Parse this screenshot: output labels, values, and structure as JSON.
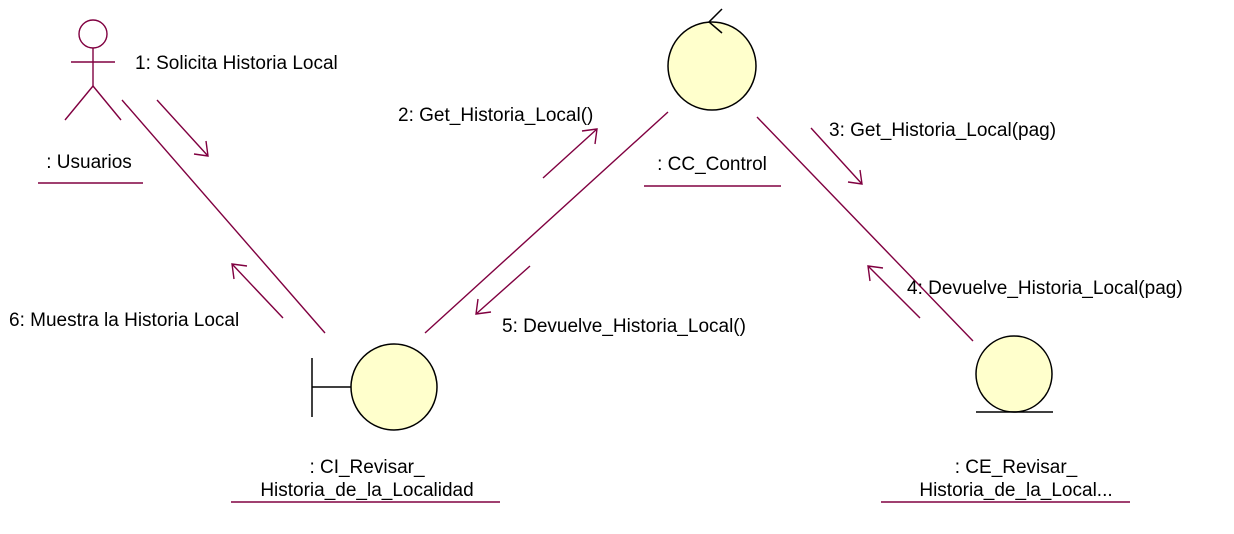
{
  "diagram": {
    "objects": {
      "usuarios": ": Usuarios",
      "cc_control": ": CC_Control",
      "ci_line1": ": CI_Revisar_",
      "ci_line2": "Historia_de_la_Localidad",
      "ce_line1": ": CE_Revisar_",
      "ce_line2": "Historia_de_la_Local..."
    },
    "messages": [
      "1: Solicita Historia Local",
      "2: Get_Historia_Local()",
      "3: Get_Historia_Local(pag)",
      "4: Devuelve_Historia_Local(pag)",
      "5: Devuelve_Historia_Local()",
      "6: Muestra la Historia Local"
    ],
    "colors": {
      "line": "#800040",
      "object_fill": "#ffffcc",
      "outline": "#000000"
    }
  }
}
